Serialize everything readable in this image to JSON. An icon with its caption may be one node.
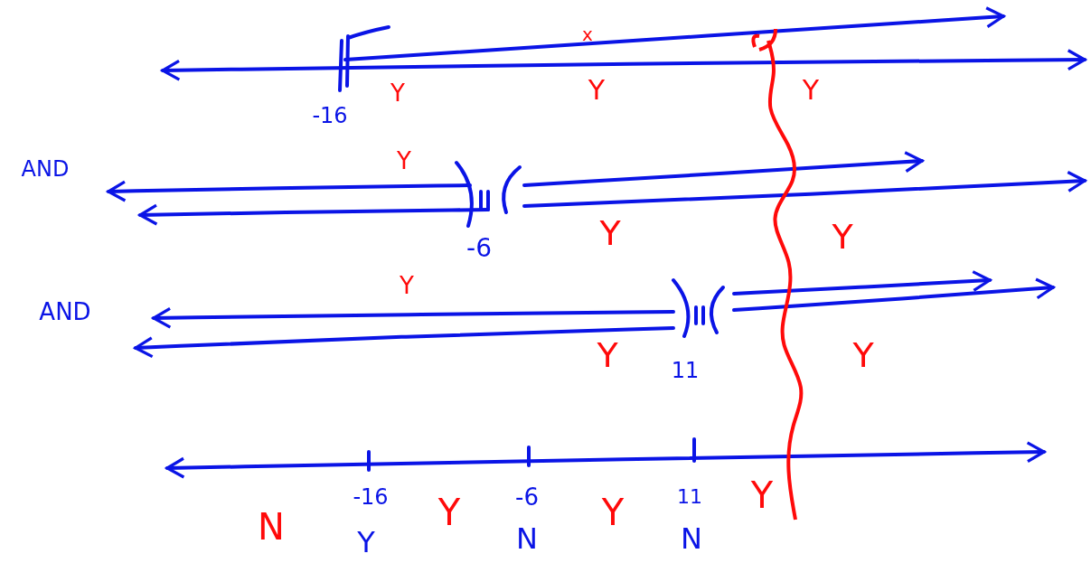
{
  "diagram": {
    "labels": [
      "x",
      "-16",
      "Y",
      "Y",
      "Y",
      "AND",
      "Y",
      "Y",
      "-6",
      "Y",
      "AND",
      "Y",
      "Y",
      "11",
      "Y",
      "-16",
      "Y",
      "-6",
      "Y",
      "11",
      "Y",
      "N",
      "Y",
      "N",
      "N"
    ]
  }
}
